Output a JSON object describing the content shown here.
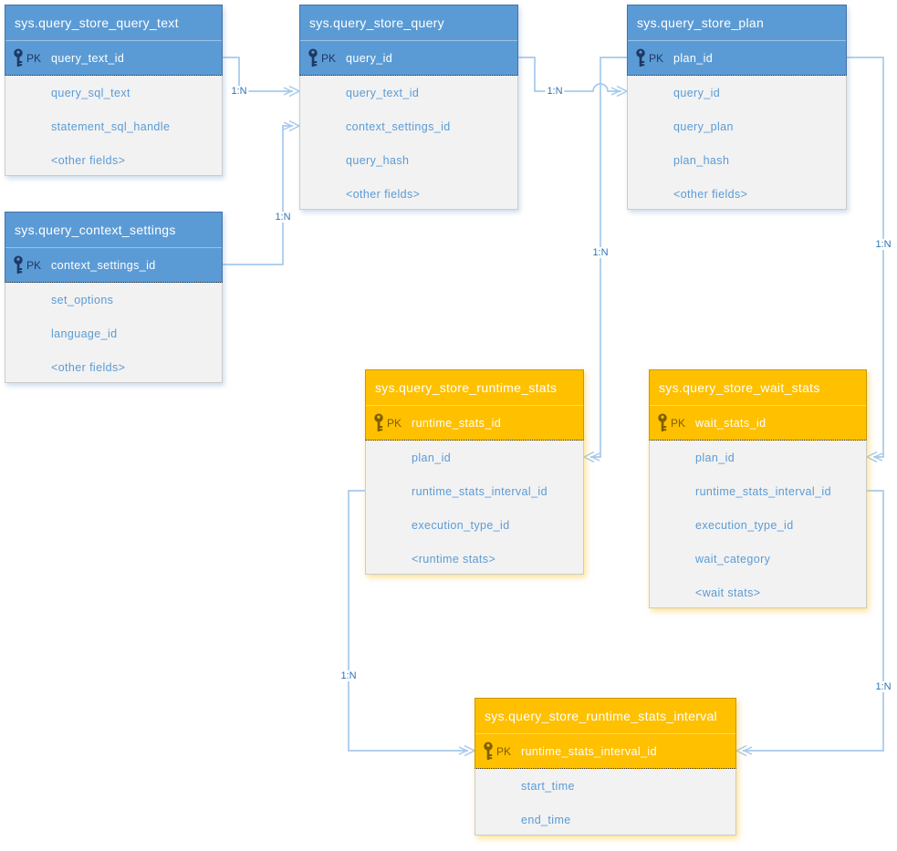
{
  "diagram_type": "entity-relationship",
  "tables": [
    {
      "id": "query_store_query_text",
      "title": "sys.query_store_query_text",
      "theme": "blue",
      "pk_label": "PK",
      "pk_field": "query_text_id",
      "fields": [
        "query_sql_text",
        "statement_sql_handle",
        "<other fields>"
      ]
    },
    {
      "id": "query_store_query",
      "title": "sys.query_store_query",
      "theme": "blue",
      "pk_label": "PK",
      "pk_field": "query_id",
      "fields": [
        "query_text_id",
        "context_settings_id",
        "query_hash",
        "<other fields>"
      ]
    },
    {
      "id": "query_store_plan",
      "title": "sys.query_store_plan",
      "theme": "blue",
      "pk_label": "PK",
      "pk_field": "plan_id",
      "fields": [
        "query_id",
        "query_plan",
        "plan_hash",
        "<other fields>"
      ]
    },
    {
      "id": "query_context_settings",
      "title": "sys.query_context_settings",
      "theme": "blue",
      "pk_label": "PK",
      "pk_field": "context_settings_id",
      "fields": [
        "set_options",
        "language_id",
        "<other fields>"
      ]
    },
    {
      "id": "query_store_runtime_stats",
      "title": "sys.query_store_runtime_stats",
      "theme": "orange",
      "pk_label": "PK",
      "pk_field": "runtime_stats_id",
      "fields": [
        "plan_id",
        "runtime_stats_interval_id",
        "execution_type_id",
        "<runtime stats>"
      ]
    },
    {
      "id": "query_store_wait_stats",
      "title": "sys.query_store_wait_stats",
      "theme": "orange",
      "pk_label": "PK",
      "pk_field": "wait_stats_id",
      "fields": [
        "plan_id",
        "runtime_stats_interval_id",
        "execution_type_id",
        "wait_category",
        "<wait stats>"
      ]
    },
    {
      "id": "query_store_runtime_stats_interval",
      "title": "sys.query_store_runtime_stats_interval",
      "theme": "orange",
      "pk_label": "PK",
      "pk_field": "runtime_stats_interval_id",
      "fields": [
        "start_time",
        "end_time"
      ]
    }
  ],
  "relations": [
    {
      "id": "query_text-to-query",
      "label": "1:N",
      "from": "sys.query_store_query_text.query_text_id",
      "to": "sys.query_store_query.query_text_id"
    },
    {
      "id": "query-to-plan",
      "label": "1:N",
      "from": "sys.query_store_query.query_id",
      "to": "sys.query_store_plan.query_id"
    },
    {
      "id": "context_settings-to-query",
      "label": "1:N",
      "from": "sys.query_context_settings.context_settings_id",
      "to": "sys.query_store_query.context_settings_id"
    },
    {
      "id": "plan-to-runtime_stats",
      "label": "1:N",
      "from": "sys.query_store_plan.plan_id",
      "to": "sys.query_store_runtime_stats.plan_id"
    },
    {
      "id": "plan-to-wait_stats",
      "label": "1:N",
      "from": "sys.query_store_plan.plan_id",
      "to": "sys.query_store_wait_stats.plan_id"
    },
    {
      "id": "runtime_stats-to-interval",
      "label": "1:N",
      "from": "sys.query_store_runtime_stats.runtime_stats_interval_id",
      "to": "sys.query_store_runtime_stats_interval.runtime_stats_interval_id"
    },
    {
      "id": "wait_stats-to-interval",
      "label": "1:N",
      "from": "sys.query_store_wait_stats.runtime_stats_interval_id",
      "to": "sys.query_store_runtime_stats_interval.runtime_stats_interval_id"
    }
  ],
  "colors": {
    "blue_header": "#5B9BD5",
    "blue_pk_accent": "#1F3864",
    "blue_top_border": "#4472A8",
    "orange_header": "#FFC000",
    "orange_pk_accent": "#7F6000",
    "orange_top_border": "#C99700",
    "body_bg": "#F2F2F2",
    "body_border": "#CBCBCB",
    "field_text": "#5B9BD5",
    "connector": "#A6C9EC",
    "relation_label": "#2E75B6"
  }
}
